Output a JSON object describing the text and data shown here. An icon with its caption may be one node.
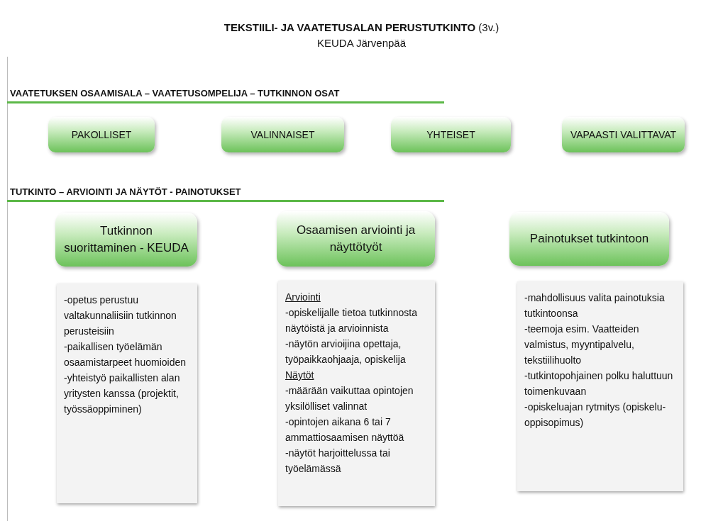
{
  "diagram": {
    "title": "**TEKSTIILI- JA VAATETUSALAN PERUSTUTKINTO** (3v.)",
    "nodes": [
      {
        "text": [
          "PAKOLLISET"
        ]
      },
      {
        "text": [
          "VALINNAISET"
        ]
      },
      {
        "text": [
          "YHTEISET"
        ]
      },
      {
        "text": [
          "VAPAASTI VALITTAVAT"
        ]
      },
      {
        "text": [
          "Tutkinnon suorittaminen - KEUDA"
        ]
      },
      {
        "text": [
          "Osaamisen arviointi ja näyttötyöt"
        ]
      },
      {
        "text": [
          "Painotukset tutkintoon"
        ]
      },
      {
        "text": [
          "-opetus perustuu valtakunnaliisiin tutkinnon perusteisiin",
          "-paikallisen työelämän osaamistarpeet huomioiden",
          "-yhteistyö paikallisten alan yritysten kanssa (projektit, työssäoppiminen)"
        ]
      },
      {
        "text": [
          "Arviointi",
          "-opiskelijalle tietoa tutkinnosta näytöistä ja arvioinnista",
          "-näytön arvioijina opettaja, työpaikkaohjaaja, opiskelija",
          "Näytöt",
          "-määrään vaikuttaa opintojen yksilölliset valinnat",
          "-opintojen aikana 6 tai 7 ammattiosaamisen näyttöä",
          "-näytöt harjoittelussa tai työelämässä"
        ]
      },
      {
        "text": [
          "-mahdollisuus valita painotuksia tutkintoonsa",
          "-teemoja esim.  Vaatteiden valmistus, myyntipalvelu, tekstiilihuolto",
          "-tutkintopohjainen polku haluttuun toimenkuvaan",
          "-opiskeluajan rytmitys (opiskelu-oppisopimus)"
        ]
      }
    ],
    "edges": [],
    "labels": [
      "KEUDA Järvenpää",
      "VAATETUKSEN OSAAMISALA – VAATETUSOMPELIJA – TUTKINNON OSAT",
      "TUTKINTO – ARVIOINTI JA NÄYTÖT - PAINOTUKSET"
    ]
  }
}
